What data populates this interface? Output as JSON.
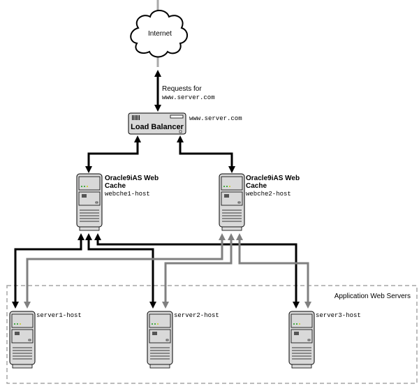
{
  "internet": {
    "label": "Internet"
  },
  "request_label": {
    "line1": "Requests for",
    "line2": "www.server.com"
  },
  "load_balancer": {
    "label": "Load Balancer",
    "hostname": "www.server.com"
  },
  "web_caches": [
    {
      "title_line1": "Oracle9iAS Web",
      "title_line2": "Cache",
      "host": "webche1-host"
    },
    {
      "title_line1": "Oracle9iAS Web",
      "title_line2": "Cache",
      "host": "webche2-host"
    }
  ],
  "app_servers_group": {
    "label": "Application Web Servers"
  },
  "app_servers": [
    {
      "host": "server1-host"
    },
    {
      "host": "server2-host"
    },
    {
      "host": "server3-host"
    }
  ],
  "colors": {
    "primary_connection": "#000000",
    "secondary_connection": "#808080",
    "device_fill": "#d9d9d9",
    "group_border": "#a6a6a6"
  }
}
